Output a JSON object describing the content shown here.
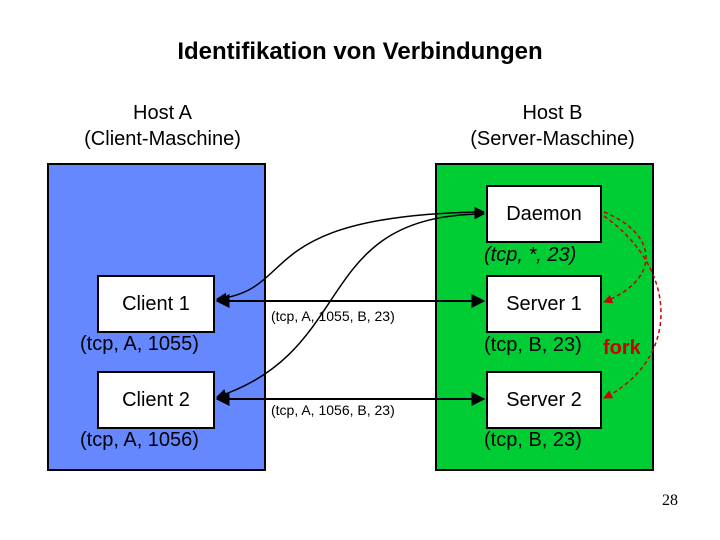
{
  "title": "Identifikation von Verbindungen",
  "host_a": {
    "name": "Host A",
    "subtitle": "(Client-Maschine)"
  },
  "host_b": {
    "name": "Host B",
    "subtitle": "(Server-Maschine)"
  },
  "daemon": {
    "label": "Daemon",
    "tuple": "(tcp, *, 23)"
  },
  "clients": [
    {
      "label": "Client 1",
      "tuple": "(tcp, A, 1055)"
    },
    {
      "label": "Client 2",
      "tuple": "(tcp, A, 1056)"
    }
  ],
  "servers": [
    {
      "label": "Server 1",
      "tuple": "(tcp, B, 23)"
    },
    {
      "label": "Server 2",
      "tuple": "(tcp, B, 23)"
    }
  ],
  "connections": [
    "(tcp, A, 1055, B, 23)",
    "(tcp, A, 1056, B, 23)"
  ],
  "fork_label": "fork",
  "page_number": "28",
  "colors": {
    "host_a": "#6688ff",
    "host_b": "#00cc33",
    "fork": "#cc0000"
  }
}
